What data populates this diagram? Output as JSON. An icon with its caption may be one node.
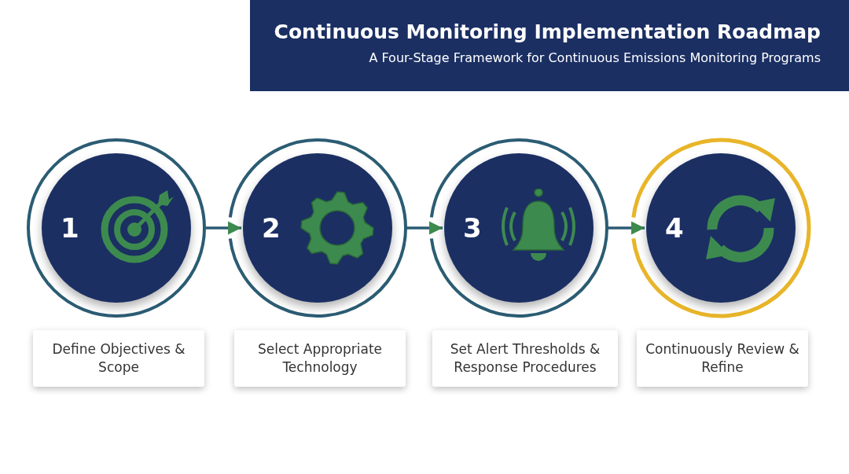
{
  "diagram": {
    "title": "Continuous Monitoring Implementation Roadmap",
    "nodes": [
      {
        "text": [
          "1"
        ]
      },
      {
        "text": [
          "2"
        ]
      },
      {
        "text": [
          "3"
        ]
      },
      {
        "text": [
          "4"
        ]
      },
      {
        "text": [
          "Define Objectives & Scope"
        ]
      },
      {
        "text": [
          "Select Appropriate Technology"
        ]
      },
      {
        "text": [
          "Set Alert Thresholds & Response Procedures"
        ]
      },
      {
        "text": [
          "Continuously Review & Refine"
        ]
      }
    ],
    "edges": [
      {
        "from": 0,
        "to": 1,
        "arrow": "to"
      },
      {
        "from": 1,
        "to": 2,
        "arrow": "to"
      },
      {
        "from": 2,
        "to": 3,
        "arrow": "to"
      }
    ],
    "labels": [
      "A Four-Stage Framework for Continuous Emissions Monitoring Programs"
    ]
  }
}
